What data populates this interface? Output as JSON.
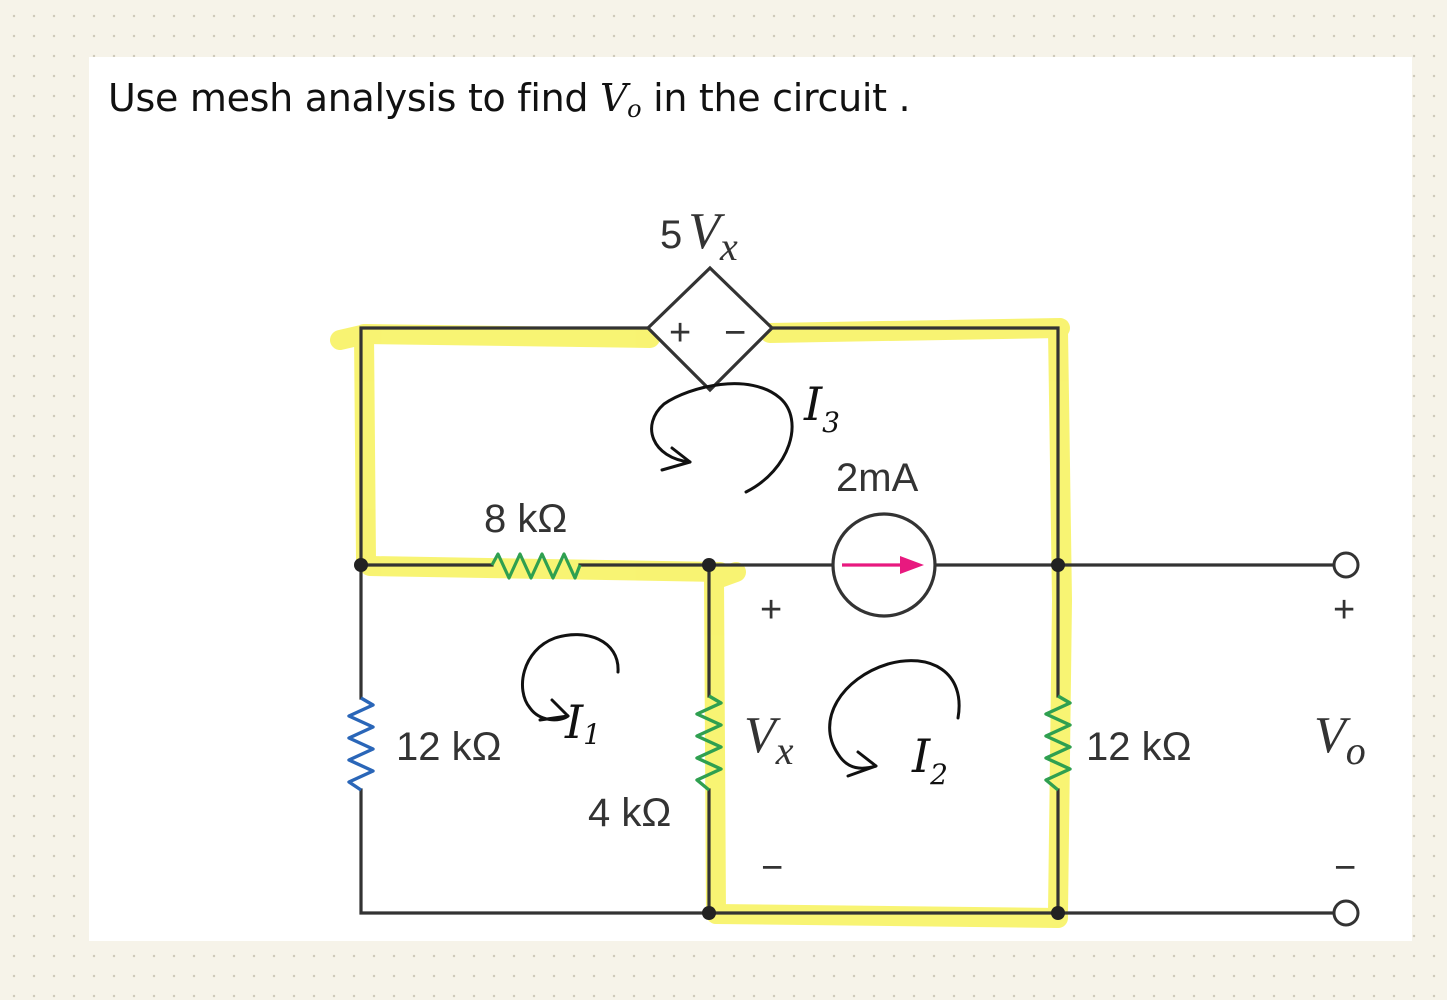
{
  "question": {
    "before": "Use mesh analysis to find ",
    "var": "V",
    "sub": "o",
    "after": " in the circuit ."
  },
  "labels": {
    "dep_source_coef": "5",
    "dep_source_var": "V",
    "dep_source_sub": "x",
    "dep_source_plus": "+",
    "dep_source_minus": "−",
    "current_source": "2mA",
    "r_top": "8 kΩ",
    "r_left": "12 kΩ",
    "r_middle": "4 kΩ",
    "r_right": "12 kΩ",
    "vx_plus": "+",
    "vx_var": "V",
    "vx_sub": "x",
    "vx_minus": "−",
    "vo_plus": "+",
    "vo_var": "V",
    "vo_sub": "o",
    "vo_minus": "−"
  },
  "annotations": {
    "mesh1": "I",
    "mesh1_sub": "1",
    "mesh2": "I",
    "mesh2_sub": "2",
    "mesh3": "I",
    "mesh3_sub": "3"
  },
  "colors": {
    "highlight": "#f7f25a",
    "wire": "#333333",
    "resistor": "#2fa050",
    "resistor_blue": "#2a66b8",
    "arrow": "#e8197f",
    "ink": "#111111"
  }
}
